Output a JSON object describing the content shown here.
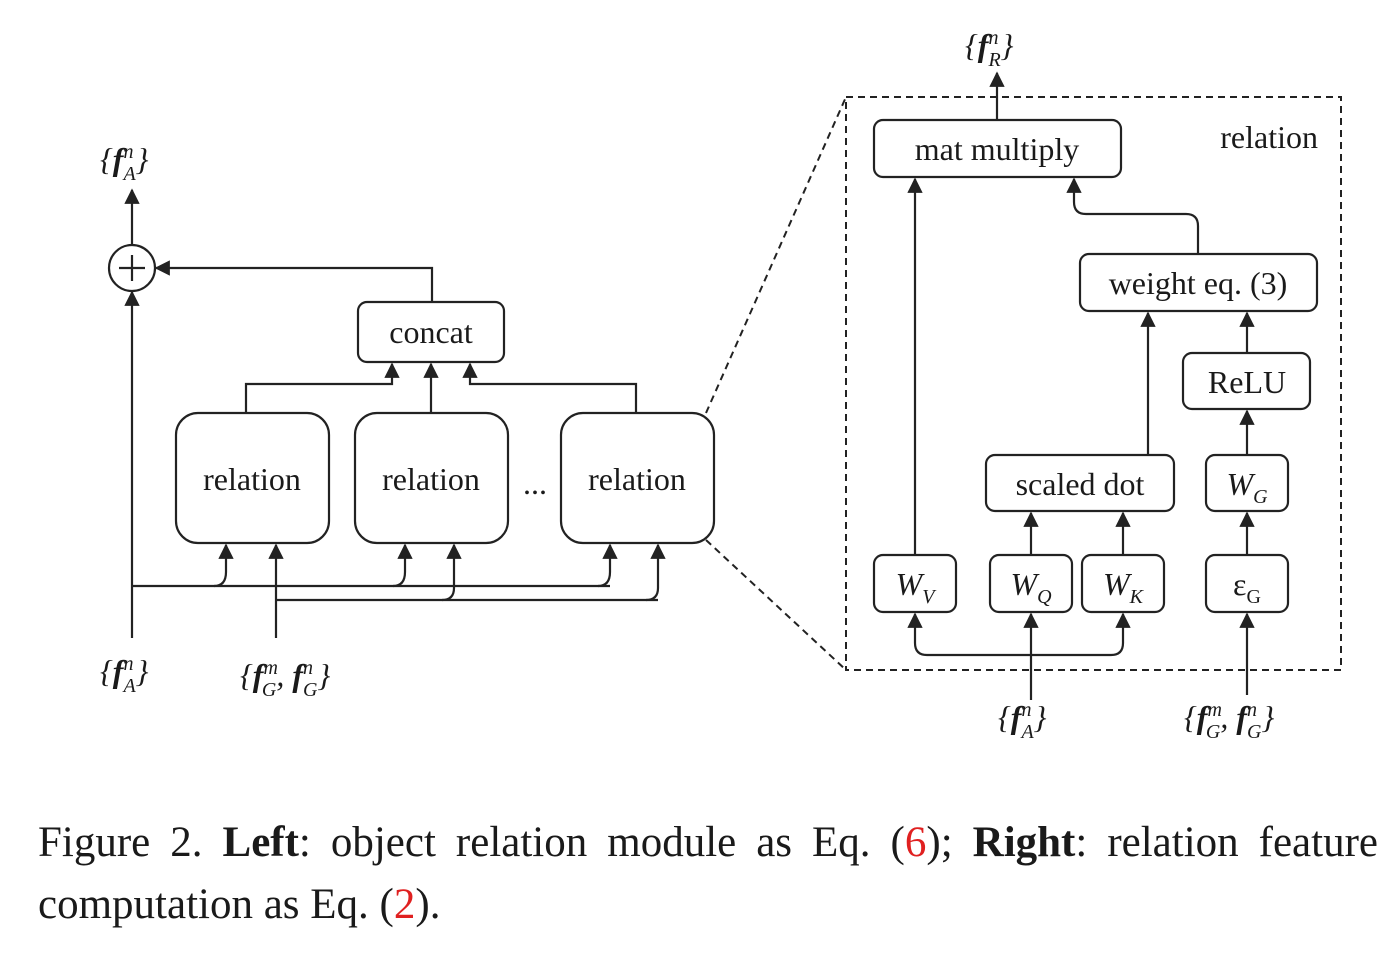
{
  "diagram": {
    "left": {
      "output_label": "{f_A^n}",
      "concat_label": "concat",
      "relation_labels": [
        "relation",
        "relation",
        "relation"
      ],
      "ellipsis": "...",
      "input_appearance": "{f_A^n}",
      "input_geometry": "{f_G^m, f_G^n}"
    },
    "right": {
      "output_label": "{f_R^n}",
      "frame_label": "relation",
      "mat_multiply": "mat multiply",
      "weight_eq": "weight eq. (3)",
      "relu": "ReLU",
      "scaled_dot": "scaled dot",
      "W_G": "W_G",
      "W_V": "W_V",
      "W_Q": "W_Q",
      "W_K": "W_K",
      "E_G": "ε_G",
      "input_appearance": "{f_A^n}",
      "input_geometry": "{f_G^m, f_G^n}"
    }
  },
  "caption": {
    "prefix": "Figure 2. ",
    "left_bold": "Left",
    "left_text": ": object relation module as Eq. (",
    "ref1": "6",
    "mid_text": "); ",
    "right_bold": "Right",
    "right_text": ": relation feature computation as Eq. (",
    "ref2": "2",
    "suffix": ")."
  },
  "colors": {
    "reference": "#e02020",
    "ink": "#1a1a1a"
  }
}
